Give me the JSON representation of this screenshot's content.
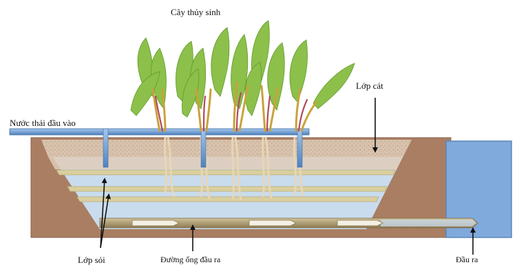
{
  "labels": {
    "plants": "Cây thủy sinh",
    "sand_layer": "Lớp cát",
    "inlet": "Nước thải đầu vào",
    "gravel_layer": "Lớp sỏi",
    "outlet_pipe": "Đường ống đầu ra",
    "outlet": "Đầu ra"
  },
  "colors": {
    "soil": "#a97e63",
    "soil_edge": "#8c6049",
    "sand": "#d8c2ad",
    "water_zone": "#c9dcee",
    "gravel_band": "#d9cf9e",
    "pipe": "#6f9fd3",
    "outlet_box": "#80a9dc",
    "outlet_pipe": "#b6a47c",
    "leaf": "#8cc04a",
    "leaf_dark": "#5f9a2a",
    "stem": "#c9a23a",
    "stem_red": "#b3485c",
    "root": "#e7d6b7",
    "arrow": "#111111"
  },
  "icons": [
    "plant-icon",
    "arrow-icon"
  ]
}
